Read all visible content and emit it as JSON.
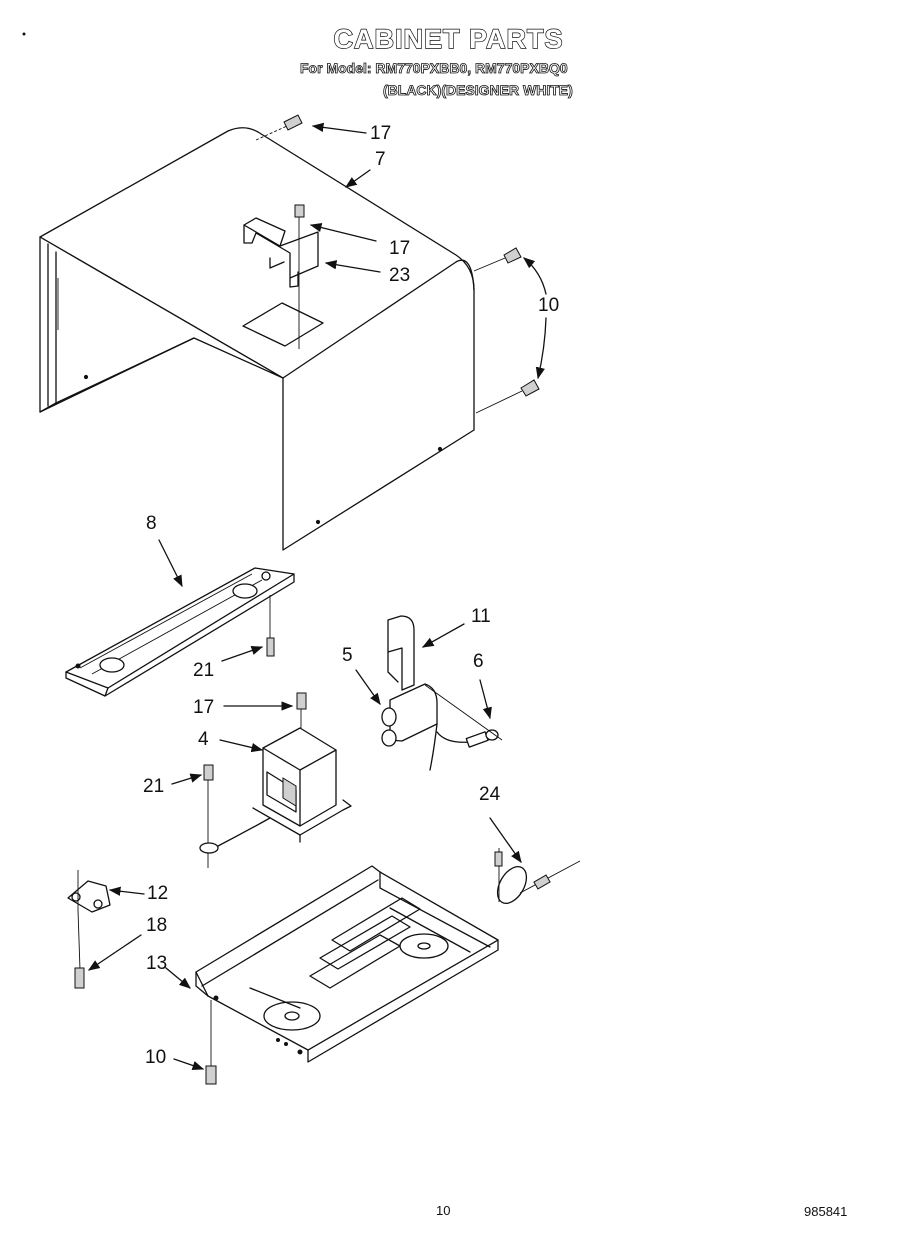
{
  "header": {
    "title": "CABINET PARTS",
    "models": "For Model: RM770PXBB0, RM770PXBQ0",
    "colors": "(BLACK)(DESIGNER WHITE)"
  },
  "callouts": [
    {
      "id": "c17a",
      "label": "17"
    },
    {
      "id": "c7",
      "label": "7"
    },
    {
      "id": "c17b",
      "label": "17"
    },
    {
      "id": "c23",
      "label": "23"
    },
    {
      "id": "c10a",
      "label": "10"
    },
    {
      "id": "c8",
      "label": "8"
    },
    {
      "id": "c11",
      "label": "11"
    },
    {
      "id": "c5",
      "label": "5"
    },
    {
      "id": "c6",
      "label": "6"
    },
    {
      "id": "c21a",
      "label": "21"
    },
    {
      "id": "c17c",
      "label": "17"
    },
    {
      "id": "c4",
      "label": "4"
    },
    {
      "id": "c21b",
      "label": "21"
    },
    {
      "id": "c24",
      "label": "24"
    },
    {
      "id": "c12",
      "label": "12"
    },
    {
      "id": "c18",
      "label": "18"
    },
    {
      "id": "c13",
      "label": "13"
    },
    {
      "id": "c10b",
      "label": "10"
    }
  ],
  "footer": {
    "page_number": "10",
    "document_number": "985841"
  }
}
